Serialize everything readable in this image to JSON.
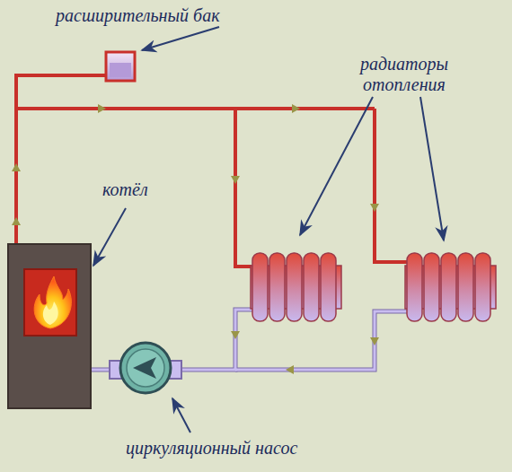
{
  "diagram": {
    "labels": [
      "расширительный бак",
      "радиаторы отопления",
      "котёл",
      "циркуляционный насос"
    ]
  }
}
